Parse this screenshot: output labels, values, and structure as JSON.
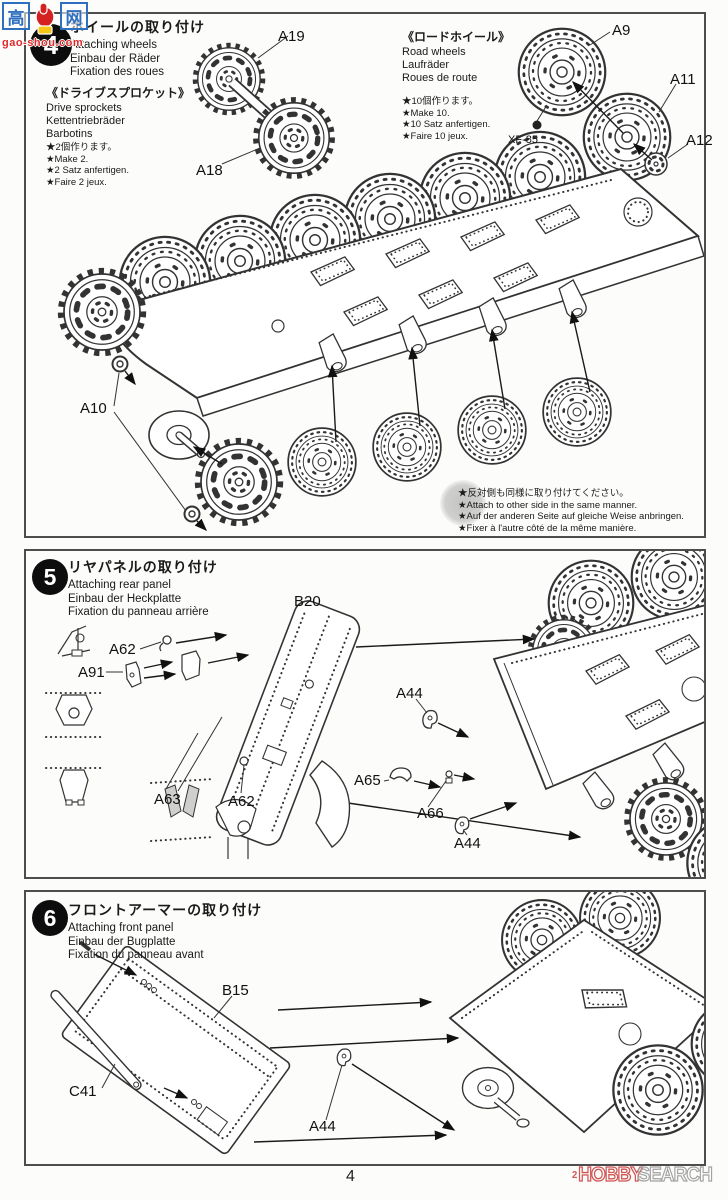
{
  "footer": {
    "page_number": "4"
  },
  "watermarks": {
    "top_left": {
      "char1": "高",
      "char2": "网",
      "url": "gao-shou.com"
    },
    "bottom_right": {
      "prefix": "2",
      "red_text": "HOBBY",
      "gray_text": "SEARCH"
    }
  },
  "s4": {
    "badge": "4",
    "title_ja": "ホイールの取り付け",
    "title_en": "Attaching wheels",
    "title_de": "Einbau der Räder",
    "title_fr": "Fixation des roues",
    "sprocket_ja": "《ドライブスプロケット》",
    "sprocket_en": "Drive sprockets",
    "sprocket_de": "Kettentriebräder",
    "sprocket_fr": "Barbotins",
    "sprocket_make_ja": "★2個作ります。",
    "sprocket_make_en": "★Make 2.",
    "sprocket_make_de": "★2 Satz anfertigen.",
    "sprocket_make_fr": "★Faire 2 jeux.",
    "roadwheel_ja": "《ロードホイール》",
    "roadwheel_en": "Road wheels",
    "roadwheel_de": "Laufräder",
    "roadwheel_fr": "Roues de route",
    "roadwheel_make_ja": "★10個作ります。",
    "roadwheel_make_en": "★Make 10.",
    "roadwheel_make_de": "★10 Satz anfertigen.",
    "roadwheel_make_fr": "★Faire 10 jeux.",
    "paint_callout": "XF-85",
    "labels": {
      "a19": "A19",
      "a18": "A18",
      "a9": "A9",
      "a11": "A11",
      "a12": "A12",
      "a10": "A10"
    },
    "note_ja": "★反対側も同様に取り付けてください。",
    "note_en": "★Attach to other side in the same manner.",
    "note_de": "★Auf der anderen Seite auf gleiche Weise anbringen.",
    "note_fr": "★Fixer à l'autre côté de la même manière."
  },
  "s5": {
    "badge": "5",
    "title_ja": "リヤパネルの取り付け",
    "title_en": "Attaching rear panel",
    "title_de": "Einbau der Heckplatte",
    "title_fr": "Fixation du panneau arrière",
    "labels": {
      "b20": "B20",
      "a62a": "A62",
      "a91": "A91",
      "a63": "A63",
      "a62b": "A62",
      "a44a": "A44",
      "a65": "A65",
      "a66": "A66",
      "a44b": "A44"
    }
  },
  "s6": {
    "badge": "6",
    "title_ja": "フロントアーマーの取り付け",
    "title_en": "Attaching front panel",
    "title_de": "Einbau der Bugplatte",
    "title_fr": "Fixation du panneau avant",
    "labels": {
      "b15": "B15",
      "c41": "C41",
      "a44": "A44"
    }
  }
}
